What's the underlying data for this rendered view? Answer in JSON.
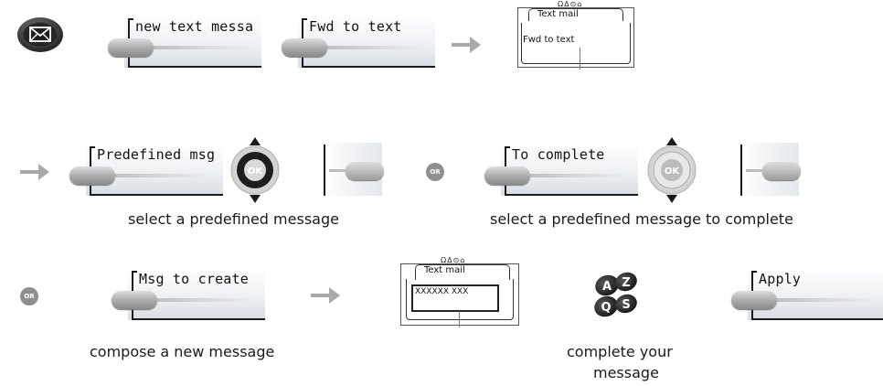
{
  "softkeys": {
    "new_text_message": "new text messa",
    "fwd_to_text": "Fwd to text",
    "predefined_msg": "Predefined msg",
    "to_complete": "To complete",
    "msg_to_create": "Msg to create",
    "apply": "Apply"
  },
  "screens": {
    "first": {
      "icons": "ΩΔ⊙⌂",
      "tab": "Text mail",
      "body": "Fwd to text"
    },
    "second": {
      "icons": "ΩΔ⊙⌂",
      "tab": "Text mail",
      "body": "XXXXXX XXX"
    }
  },
  "badges": {
    "or_1": "OR",
    "or_2": "OR"
  },
  "navigator": {
    "ok_1": "OK",
    "ok_2": "OK"
  },
  "keypad": {
    "letters": [
      "A",
      "Z",
      "Q",
      "S"
    ]
  },
  "captions": {
    "select_predefined": "select a predefined message",
    "select_to_complete": "select a predefined message to complete",
    "compose_new": "compose a new message",
    "complete_line1": "complete your",
    "complete_line2": "message"
  }
}
